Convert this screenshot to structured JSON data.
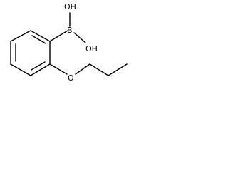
{
  "molecule": {
    "atoms": {
      "oh_top": "OH",
      "boron": "B",
      "oh_right": "OH",
      "oxygen": "O"
    }
  }
}
